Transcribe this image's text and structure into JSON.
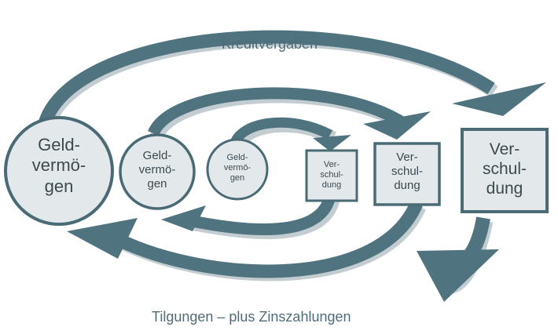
{
  "labels": {
    "top": "Kreditvergaben",
    "bottom": "Tilgungen – plus Zinszahlungen"
  },
  "assets": [
    {
      "lines": [
        "Geld-",
        "vermö-",
        "gen"
      ]
    },
    {
      "lines": [
        "Geld-",
        "vermö-",
        "gen"
      ]
    },
    {
      "lines": [
        "Geld-",
        "vermö-",
        "gen"
      ]
    }
  ],
  "debts": [
    {
      "lines": [
        "Ver-",
        "schul-",
        "dung"
      ]
    },
    {
      "lines": [
        "Ver-",
        "schul-",
        "dung"
      ]
    },
    {
      "lines": [
        "Ver-",
        "schul-",
        "dung"
      ]
    }
  ],
  "colors": {
    "arrow": "#4f7480",
    "arrow_shadow": "#c3ccd0",
    "node_fill": "#e3e8eb",
    "node_stroke": "#4a6a76",
    "text": "#3c4a50",
    "label": "#4d6c78"
  }
}
